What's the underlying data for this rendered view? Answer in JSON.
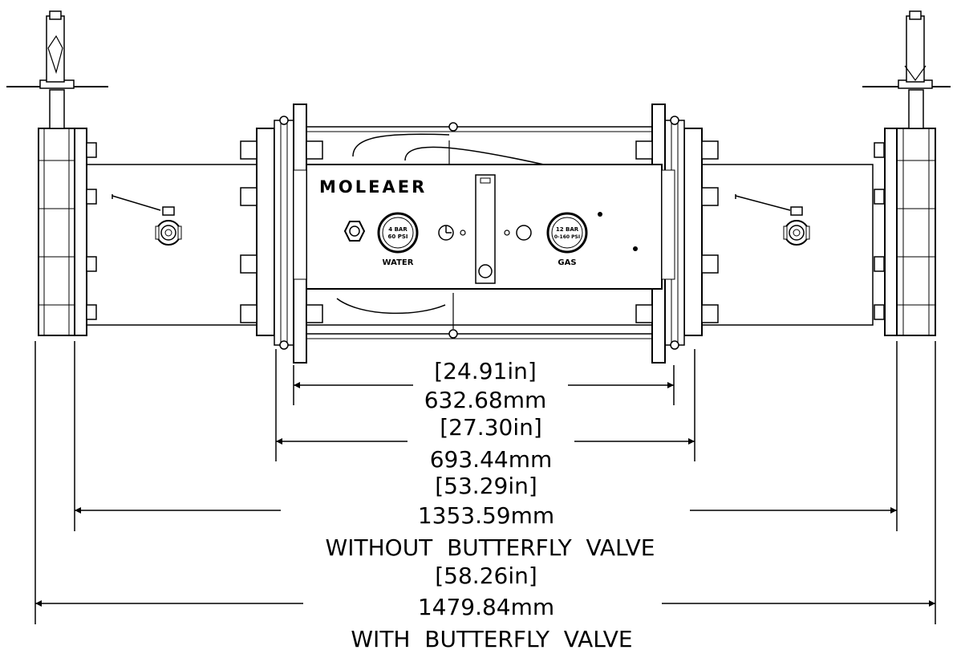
{
  "brand": "MOLEAER",
  "gauges": {
    "water": {
      "line1": "4 BAR",
      "line2": "60 PSI",
      "label": "WATER"
    },
    "gas": {
      "line1": "12 BAR",
      "line2": "0-160 PSI",
      "label": "GAS"
    }
  },
  "dimensions": [
    {
      "inch": "[24.91in]",
      "mm": "632.68mm"
    },
    {
      "inch": "[27.30in]",
      "mm": "693.44mm"
    },
    {
      "inch": "[53.29in]",
      "mm": "1353.59mm",
      "note": "WITHOUT  BUTTERFLY  VALVE"
    },
    {
      "inch": "[58.26in]",
      "mm": "1479.84mm",
      "note": "WITH  BUTTERFLY  VALVE"
    }
  ]
}
